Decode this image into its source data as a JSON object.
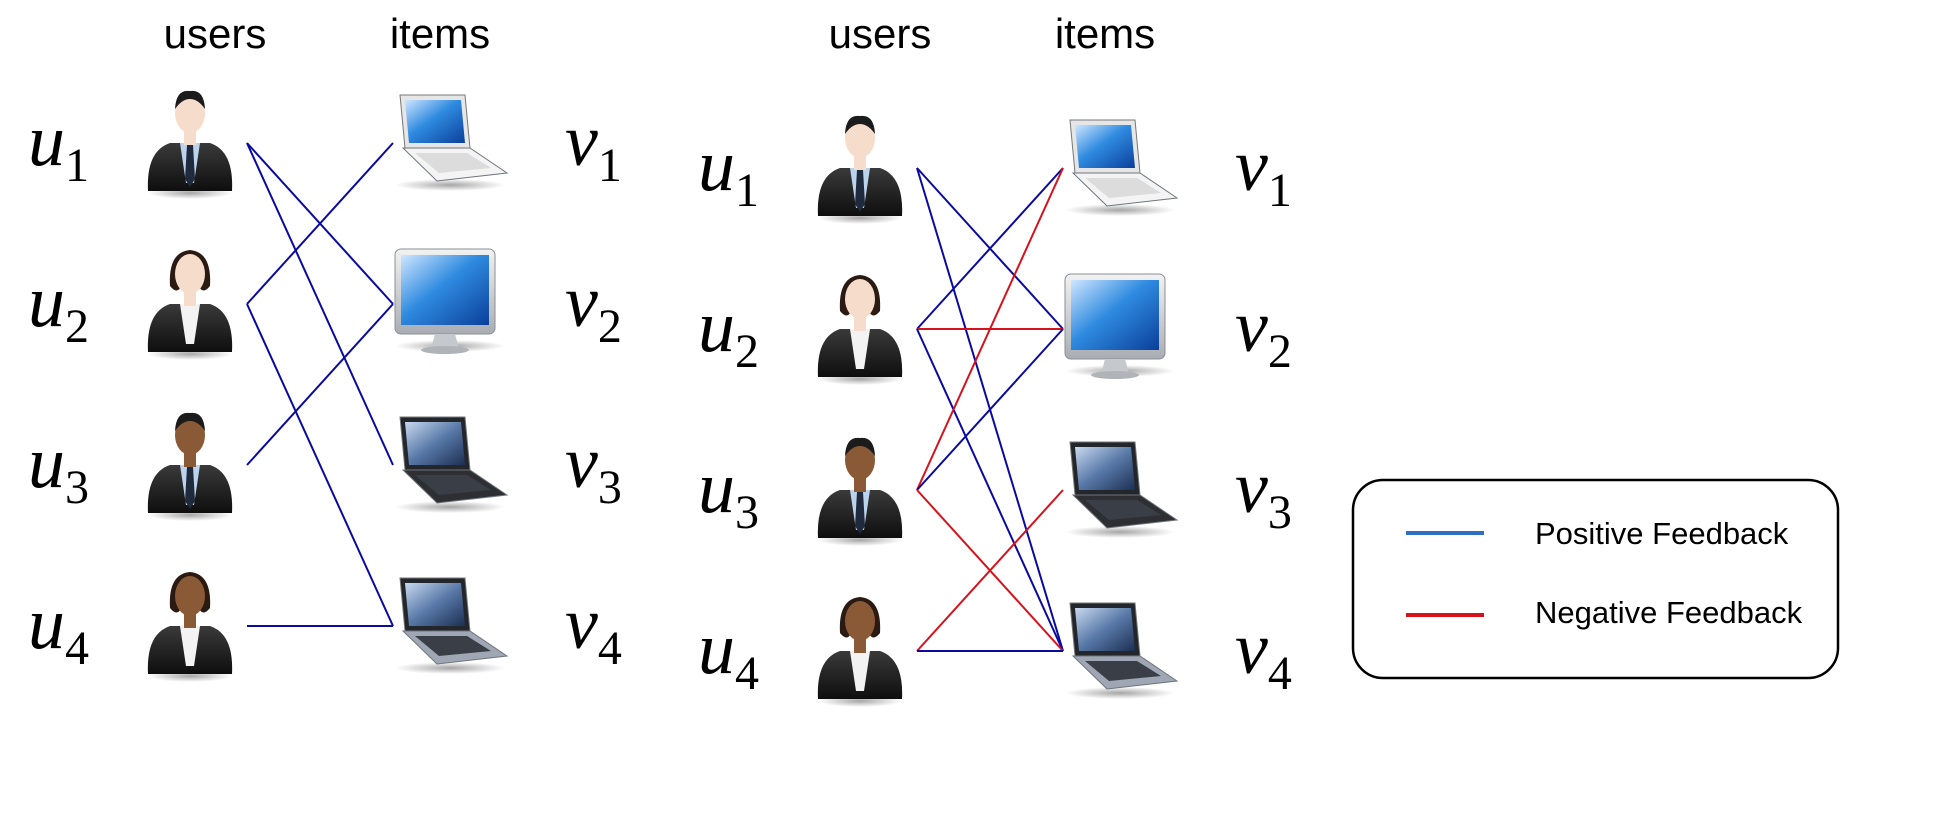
{
  "panels": [
    {
      "users_header": "users",
      "items_header": "items",
      "users": [
        {
          "base": "u",
          "sub": "1",
          "icon": "man-light-skin-icon"
        },
        {
          "base": "u",
          "sub": "2",
          "icon": "woman-light-skin-icon"
        },
        {
          "base": "u",
          "sub": "3",
          "icon": "man-dark-skin-icon"
        },
        {
          "base": "u",
          "sub": "4",
          "icon": "woman-dark-skin-icon"
        }
      ],
      "items": [
        {
          "base": "v",
          "sub": "1",
          "icon": "white-laptop-icon"
        },
        {
          "base": "v",
          "sub": "2",
          "icon": "desktop-monitor-icon"
        },
        {
          "base": "v",
          "sub": "3",
          "icon": "convertible-laptop-icon"
        },
        {
          "base": "v",
          "sub": "4",
          "icon": "silver-laptop-icon"
        }
      ],
      "edges": [
        {
          "user": 1,
          "item": 2,
          "type": "positive"
        },
        {
          "user": 1,
          "item": 3,
          "type": "positive"
        },
        {
          "user": 2,
          "item": 1,
          "type": "positive"
        },
        {
          "user": 2,
          "item": 4,
          "type": "positive"
        },
        {
          "user": 3,
          "item": 2,
          "type": "positive"
        },
        {
          "user": 4,
          "item": 4,
          "type": "positive"
        }
      ]
    },
    {
      "users_header": "users",
      "items_header": "items",
      "users": [
        {
          "base": "u",
          "sub": "1",
          "icon": "man-light-skin-icon"
        },
        {
          "base": "u",
          "sub": "2",
          "icon": "woman-light-skin-icon"
        },
        {
          "base": "u",
          "sub": "3",
          "icon": "man-dark-skin-icon"
        },
        {
          "base": "u",
          "sub": "4",
          "icon": "woman-dark-skin-icon"
        }
      ],
      "items": [
        {
          "base": "v",
          "sub": "1",
          "icon": "white-laptop-icon"
        },
        {
          "base": "v",
          "sub": "2",
          "icon": "desktop-monitor-icon"
        },
        {
          "base": "v",
          "sub": "3",
          "icon": "convertible-laptop-icon"
        },
        {
          "base": "v",
          "sub": "4",
          "icon": "silver-laptop-icon"
        }
      ],
      "edges": [
        {
          "user": 1,
          "item": 2,
          "type": "positive"
        },
        {
          "user": 1,
          "item": 4,
          "type": "positive"
        },
        {
          "user": 2,
          "item": 1,
          "type": "positive"
        },
        {
          "user": 2,
          "item": 2,
          "type": "negative"
        },
        {
          "user": 2,
          "item": 4,
          "type": "positive"
        },
        {
          "user": 3,
          "item": 1,
          "type": "negative"
        },
        {
          "user": 3,
          "item": 2,
          "type": "positive"
        },
        {
          "user": 3,
          "item": 4,
          "type": "negative"
        },
        {
          "user": 4,
          "item": 3,
          "type": "negative"
        },
        {
          "user": 4,
          "item": 4,
          "type": "positive"
        }
      ]
    }
  ],
  "legend": {
    "items": [
      {
        "label": "Positive Feedback",
        "type": "positive"
      },
      {
        "label": "Negative Feedback",
        "type": "negative"
      }
    ]
  },
  "colors": {
    "positive": "#0a0a9e",
    "negative": "#d6121c",
    "legend_positive": "#2e6fc4",
    "legend_negative": "#d6121c"
  }
}
